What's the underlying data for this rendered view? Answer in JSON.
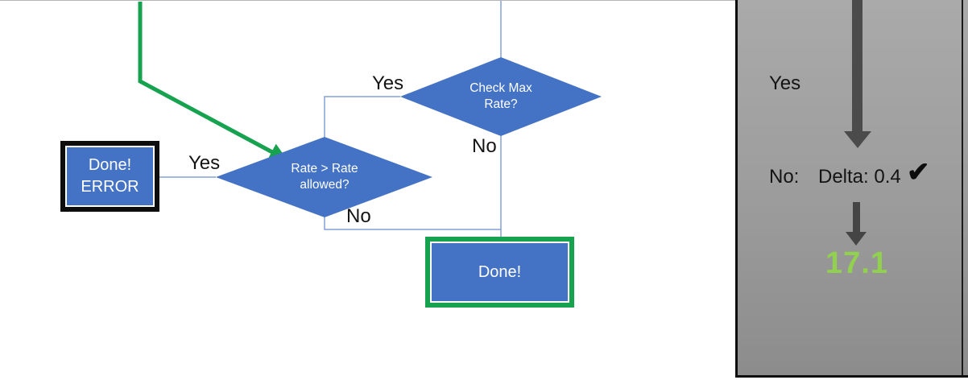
{
  "colors": {
    "shape_blue": "#4472C4",
    "flow_line_blue": "#84a0d4",
    "accent_green": "#17a24f",
    "result_green": "#92D050",
    "panel_gray": "#9d9d9d",
    "arrow_gray": "#4b4b4b",
    "border_black": "#0d0d0d"
  },
  "flowchart": {
    "check_max_decision": {
      "label": "Check Max Rate?",
      "yes": "Yes",
      "no": "No"
    },
    "rate_decision": {
      "label": "Rate > Rate allowed?",
      "yes": "Yes",
      "no": "No"
    },
    "error_box": {
      "line1": "Done!",
      "line2": "ERROR"
    },
    "done_box": {
      "label": "Done!"
    }
  },
  "side_panel": {
    "yes_label": "Yes",
    "no_label": "No:",
    "delta_text": "Delta: 0.4",
    "checkmark": "✔",
    "result_value": "17.1"
  }
}
